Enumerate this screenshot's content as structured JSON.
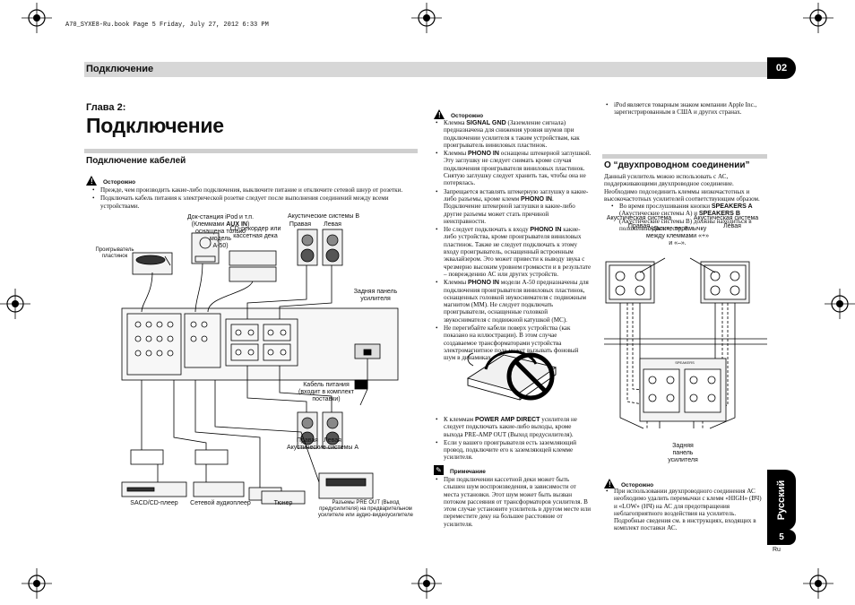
{
  "file_header": "A70_SYXE8-Ru.book  Page 5  Friday, July 27, 2012  6:33 PM",
  "header": {
    "title": "Подключение",
    "chapter_num": "02"
  },
  "chapter": {
    "label": "Глава 2:",
    "title": "Подключение"
  },
  "section_cables": {
    "title": "Подключение кабелей",
    "caution_title": "Осторожно",
    "bullets": [
      "Прежде, чем производить какие-либо подключения, выключите питание и отключите сетевой шнур от розетки.",
      "Подключать кабель питания к электрической розетке следует после выполнения соединений между всеми устройствами."
    ]
  },
  "diagram1": {
    "dock": {
      "line1": "Док-станция iPod и т.п.",
      "line2a": "(Клеммами ",
      "line2b": "AUX IN",
      "line3": "оснащена только модель",
      "line4": "A-50)"
    },
    "turntable": "Проигрыватель пластинок",
    "cd_recorder": "CD-рекордер или кассетная дека",
    "speakers_b": {
      "title": "Акустические системы B",
      "right": "Правая",
      "left": "Левая"
    },
    "rear_panel": "Задняя панель усилителя",
    "power_cable": "Кабель питания (входит в комплект поставки)",
    "speakers_a": {
      "right": "Правая",
      "left": "Левая",
      "title": "Акустические системы A"
    },
    "sacd": "SACD/CD-плеер",
    "network": "Сетевой аудиоплеер",
    "tuner": "Тюнер",
    "preout": "Разъемы PRE OUT (Выход предусилителя) на предварительном усилителе или аудио-видеоусилителе"
  },
  "mid_column": {
    "caution_title": "Осторожно",
    "bullets": [
      {
        "pre": "Клемма ",
        "b": "SIGNAL GND",
        "post": " (Заземление сигнала) предназначена для снижения уровня шумов при подключении усилителя к таким устройствам, как проигрыватель виниловых пластинок."
      },
      {
        "pre": "Клеммы ",
        "b": "PHONO IN",
        "post": " оснащены штекерной заглушкой. Эту заглушку не следует снимать кроме случая подключения проигрывателя виниловых пластинок. Снятую заглушку следует хранить так, чтобы она не потерялась."
      },
      {
        "pre": "Запрещается вставлять штекерную заглушку в какие-либо разъемы, кроме клемм ",
        "b": "PHONO IN",
        "post": ". Подключение штекерной заглушки в какие-либо другие разъемы может стать причиной неисправности."
      },
      {
        "pre": "Не следует подключать к входу ",
        "b": "PHONO IN",
        "post": " какие-либо устройства, кроме проигрывателя виниловых пластинок. Также не следует подключать к этому входу проигрыватель, оснащенный встроенным эквалайзером. Это может привести к выводу звука с чрезмерно высоким уровнем громкости и в результате – повреждению АС или других устройств."
      },
      {
        "pre": "Клеммы ",
        "b": "PHONO IN",
        "post": " модели A-50 предназначены для подключения проигрывателя виниловых пластинок, оснащенных головкой звукоснимателя с подвижным магнитом (MM). Не следует подключать проигрыватели, оснащенные головкой звукоснимателя с подвижной катушкой (MC)."
      },
      {
        "pre": "",
        "b": "",
        "post": "Не перегибайте кабели поверх устройства (как показано на иллюстрации). В этом случае создаваемое трансформаторами устройства электромагнитное поле может вызывать фоновый шум в динамиках."
      }
    ],
    "bullets2": [
      {
        "pre": "К клеммам ",
        "b": "POWER AMP DIRECT",
        "post": " усилителя не следует подключать какие-либо выходы, кроме выхода PRE-AMP OUT (Выход предусилителя)."
      },
      {
        "pre": "",
        "b": "",
        "post": "Если у вашего проигрывателя есть заземляющий провод, подключите его к заземляющей клемме усилителя."
      }
    ],
    "note_title": "Примечание",
    "note_bullets": [
      "При подключении кассетной деки может быть слышен шум воспроизведения, в зависимости от места установки. Этот шум может быть вызван потоком рассеяния от трансформаторов усилителя. В этом случае установите усилитель в другом месте или переместите деку на большее расстояние от усилителя."
    ]
  },
  "right_column": {
    "ipod_note": "iPod является товарным знаком компании Apple Inc., зарегистрированным в США и других странах.",
    "biwire_title": "О “двухпроводном соединении”",
    "biwire_text": "Данный усилитель можно использовать с АС, поддерживающими двухпроводное соединение. Необходимо подсоединить клеммы низкочастотных и высокочастотных усилителей соответствующим образом.",
    "biwire_bullet": {
      "pre": "Во время прослушивания кнопки ",
      "b1": "SPEAKERS A",
      "mid1": " (Акустические системы A) и ",
      "b2": "SPEAKERS B",
      "post": " (Акустические системы B) должны находиться в положении «Вкл.», стр. 8."
    },
    "diagram": {
      "sys1": "Акустическая система",
      "sys1_side": "Правая",
      "sys2": "Акустическая система",
      "sys2_side": "Левая",
      "jumper": "Удалите перемычку между клеммами «+» и «–».",
      "rear": "Задняя панель усилителя",
      "tag_speakers": "SPEAKERS"
    },
    "caution_title": "Осторожно",
    "caution_text": "При использовании двухпроводного соединения АС необходимо удалить перемычки с клемм «HIGH» (ВЧ) и «LOW» (НЧ) на АС для предотвращения неблагоприятного воздействия на усилитель. Подробные сведения см. в инструкциях, входящих в комплект поставки АС."
  },
  "side_tab": "Русский",
  "page": {
    "number": "5",
    "lang": "Ru"
  }
}
